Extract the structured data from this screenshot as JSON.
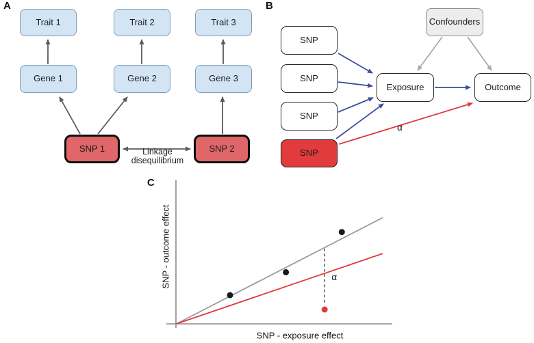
{
  "figure": {
    "panel_a": {
      "label": "A",
      "trait1": "Trait 1",
      "trait2": "Trait 2",
      "trait3": "Trait 3",
      "gene1": "Gene 1",
      "gene2": "Gene 2",
      "gene3": "Gene 3",
      "snp1": "SNP 1",
      "snp2": "SNP 2",
      "ld_label": "Linkage disequilibrium"
    },
    "panel_b": {
      "label": "B",
      "snps": [
        "SNP",
        "SNP",
        "SNP",
        "SNP"
      ],
      "confounders": "Confounders",
      "exposure": "Exposure",
      "outcome": "Outcome",
      "alpha": "α"
    },
    "panel_c": {
      "label": "C"
    },
    "colors": {
      "blue_box_fill": "#d3e4f4",
      "blue_box_border": "#7f9dba",
      "red_a_fill": "#e0666a",
      "red_b_fill": "#e23b3e",
      "dark_arrow": "#5a5a5a",
      "blue_arrow": "#3c4b9e",
      "red_arrow": "#e0393e",
      "gray_arrow": "#a9a9a9",
      "axis_color": "#8a8a8a"
    }
  },
  "chart_data": {
    "type": "scatter",
    "xlabel": "SNP - exposure effect",
    "ylabel": "SNP - outcome effect",
    "xlim": [
      0,
      1
    ],
    "ylim": [
      0,
      1
    ],
    "ticks": "none",
    "grid": false,
    "legend": "none",
    "series": [
      {
        "name": "snp-instrument-points",
        "color": "#1a1a1a",
        "points": [
          [
            0.25,
            0.2
          ],
          [
            0.51,
            0.36
          ],
          [
            0.77,
            0.64
          ]
        ]
      },
      {
        "name": "pleiotropic-snp-point",
        "color": "#e0393e",
        "points": [
          [
            0.69,
            0.1
          ]
        ]
      }
    ],
    "lines": [
      {
        "name": "fit-line-gray",
        "color": "#9b9b9b",
        "from": [
          0,
          0
        ],
        "to": [
          0.96,
          0.74
        ]
      },
      {
        "name": "fit-line-red",
        "color": "#e0393e",
        "from": [
          0,
          0
        ],
        "to": [
          0.96,
          0.49
        ]
      }
    ],
    "dashed_segment": {
      "name": "alpha-offset-dashed",
      "color": "#555555",
      "x": 0.69,
      "y_from": 0.525,
      "y_to": 0.13
    },
    "annotations": [
      {
        "text": "α",
        "x": 0.735,
        "y": 0.325
      }
    ]
  }
}
